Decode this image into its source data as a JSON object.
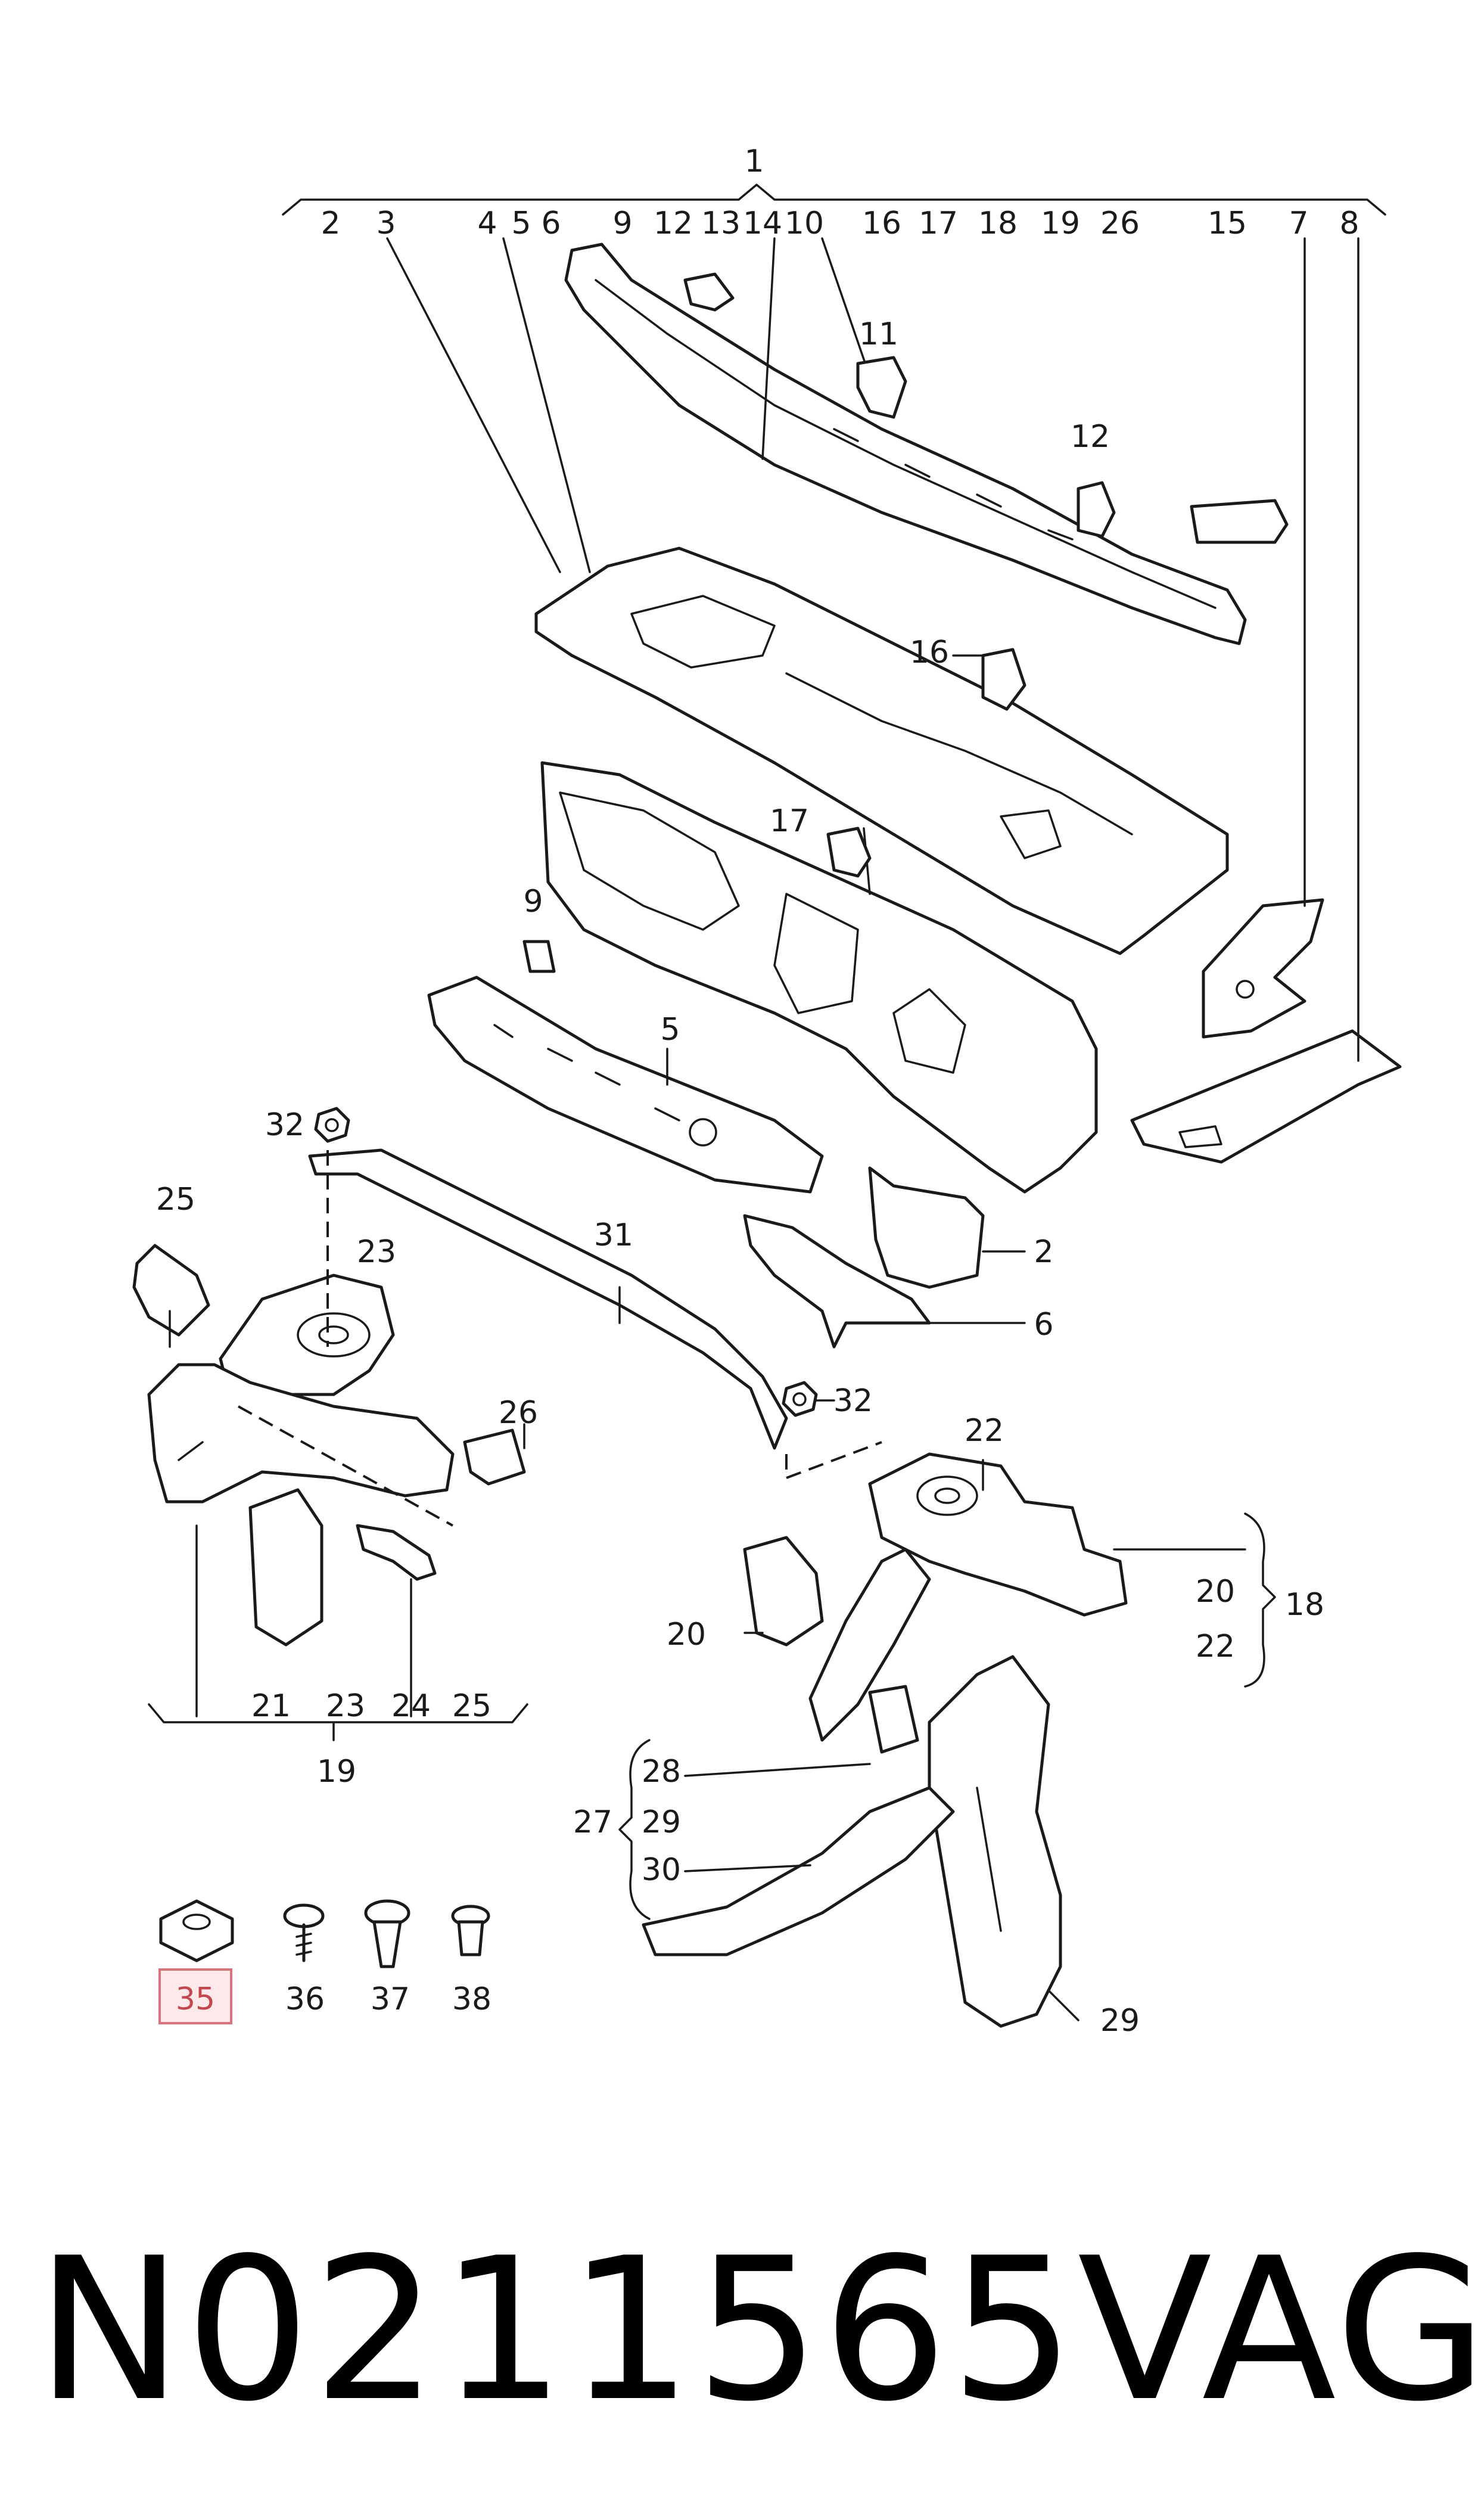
{
  "diagram": {
    "callouts": {
      "c1": "1",
      "c2a": "2",
      "c3": "3",
      "c4": "4",
      "c5a": "5",
      "c6a": "6",
      "c9a": "9",
      "c12a": "12",
      "c13": "13",
      "c14": "14",
      "c10": "10",
      "c16a": "16",
      "c17a": "17",
      "c18a": "18",
      "c19a": "19",
      "c26a": "26",
      "c15": "15",
      "c7": "7",
      "c8": "8",
      "c11": "11",
      "c12b": "12",
      "c16b": "16",
      "c17b": "17",
      "c9b": "9",
      "c5b": "5",
      "c32a": "32",
      "c25a": "25",
      "c23a": "23",
      "c31": "31",
      "c2b": "2",
      "c6b": "6",
      "c26b": "26",
      "c32b": "32",
      "c22a": "22",
      "c20a": "20",
      "c21": "21",
      "c23b": "23",
      "c24": "24",
      "c25b": "25",
      "c19b": "19",
      "c20b": "20",
      "c18b": "18",
      "c22b": "22",
      "c28": "28",
      "c27": "27",
      "c29a": "29",
      "c30": "30",
      "c29b": "29",
      "c35": "35",
      "c36": "36",
      "c37": "37",
      "c38": "38"
    },
    "highlighted_part": "35",
    "highlight_color": "#fde8ea",
    "highlight_text_color": "#c0484e"
  },
  "caption": {
    "part_number": "N0211565",
    "brand": "VAG"
  }
}
